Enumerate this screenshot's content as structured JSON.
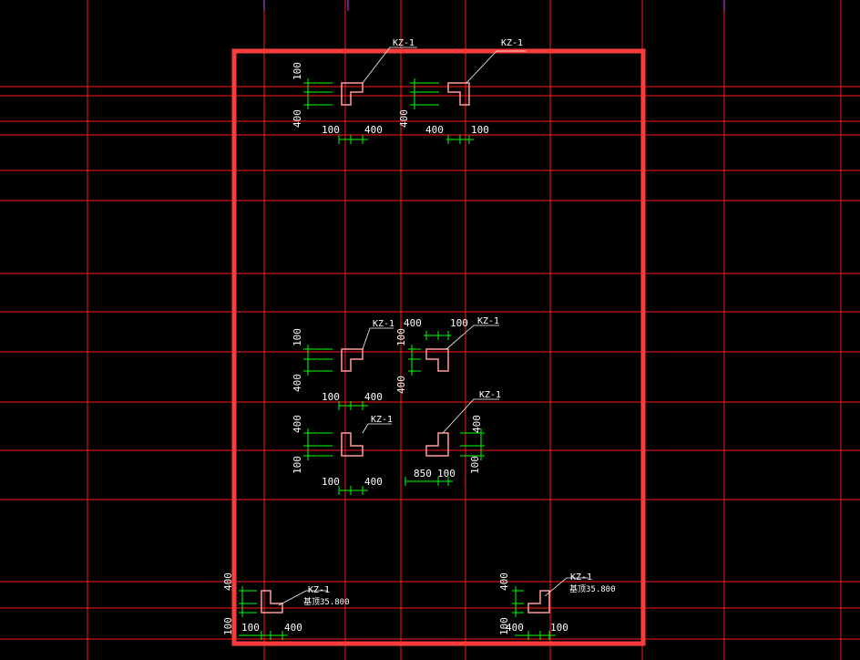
{
  "colors": {
    "background": "#000000",
    "grid_line": "#ff1a1a",
    "selection_frame": "#ff3b3b",
    "dimension": "#00ff00",
    "column_fill": "#ff9b9b",
    "label": "#ffffff",
    "magenta_tick": "#cc44ff"
  },
  "labels": {
    "kz1": "KZ-1",
    "kz1_elev": "KZ-1",
    "elev_text": "基顶35.800"
  },
  "dims": {
    "d100": "100",
    "d400": "400",
    "d850": "850"
  }
}
